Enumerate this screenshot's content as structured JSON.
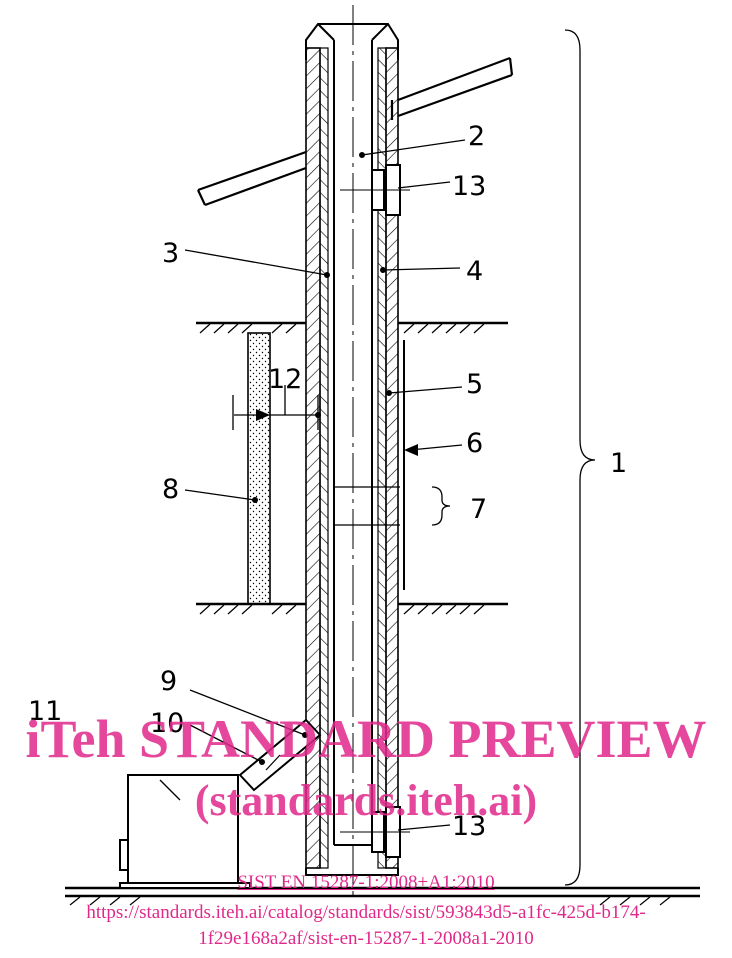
{
  "callouts": {
    "c1": "1",
    "c2": "2",
    "c3": "3",
    "c4": "4",
    "c5": "5",
    "c6": "6",
    "c7": "7",
    "c8": "8",
    "c9": "9",
    "c10": "10",
    "c11": "11",
    "c12": "12",
    "c13a": "13",
    "c13b": "13"
  },
  "watermark": {
    "title": "iTeh STANDARD PREVIEW",
    "subtitle": "(standards.iteh.ai)",
    "doc_id": "SIST EN 15287-1:2008+A1:2010",
    "url_line1": "https://standards.iteh.ai/catalog/standards/sist/593843d5-a1fc-425d-b174-",
    "url_line2": "1f29e168a2af/sist-en-15287-1-2008a1-2010"
  },
  "colors": {
    "line": "#000000",
    "watermark": "#e0288a"
  }
}
